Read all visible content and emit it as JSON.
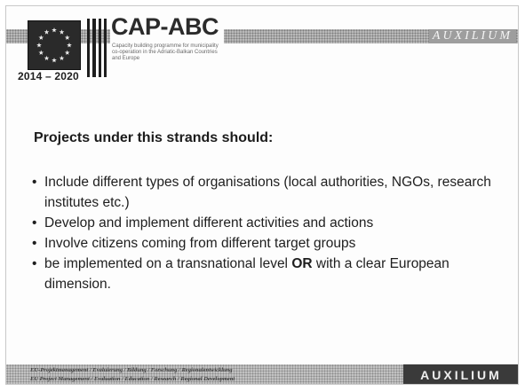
{
  "header": {
    "years": "2014 – 2020",
    "brand_title": "CAP-ABC",
    "brand_subtitle": "Capacity building programme for municipality co-operation in the Adriatic-Balkan Countries and Europe",
    "partner_logo": "AUXILIUM",
    "flag_icon": "eu-flag-icon"
  },
  "content": {
    "heading": "Projects under this strands should:",
    "bullet_glyph": "•",
    "bullets": [
      {
        "text": "Include different types of organisations (local authorities, NGOs, research institutes etc.)"
      },
      {
        "text": "Develop and implement different activities and actions"
      },
      {
        "text": "Involve citizens coming from different target groups"
      },
      {
        "text_before": "be implemented on a transnational level ",
        "emphasis": "OR",
        "text_after": " with a clear European dimension."
      }
    ]
  },
  "footer": {
    "line1": "EU-Projektmanagement  /  Evaluierung  /   Bildung   / Forschung  /  Regionalentwicklung",
    "line2": "EU Project Management  /  Evaluation / Education  /   Research  /  Regional Development",
    "logo": "AUXILIUM"
  }
}
